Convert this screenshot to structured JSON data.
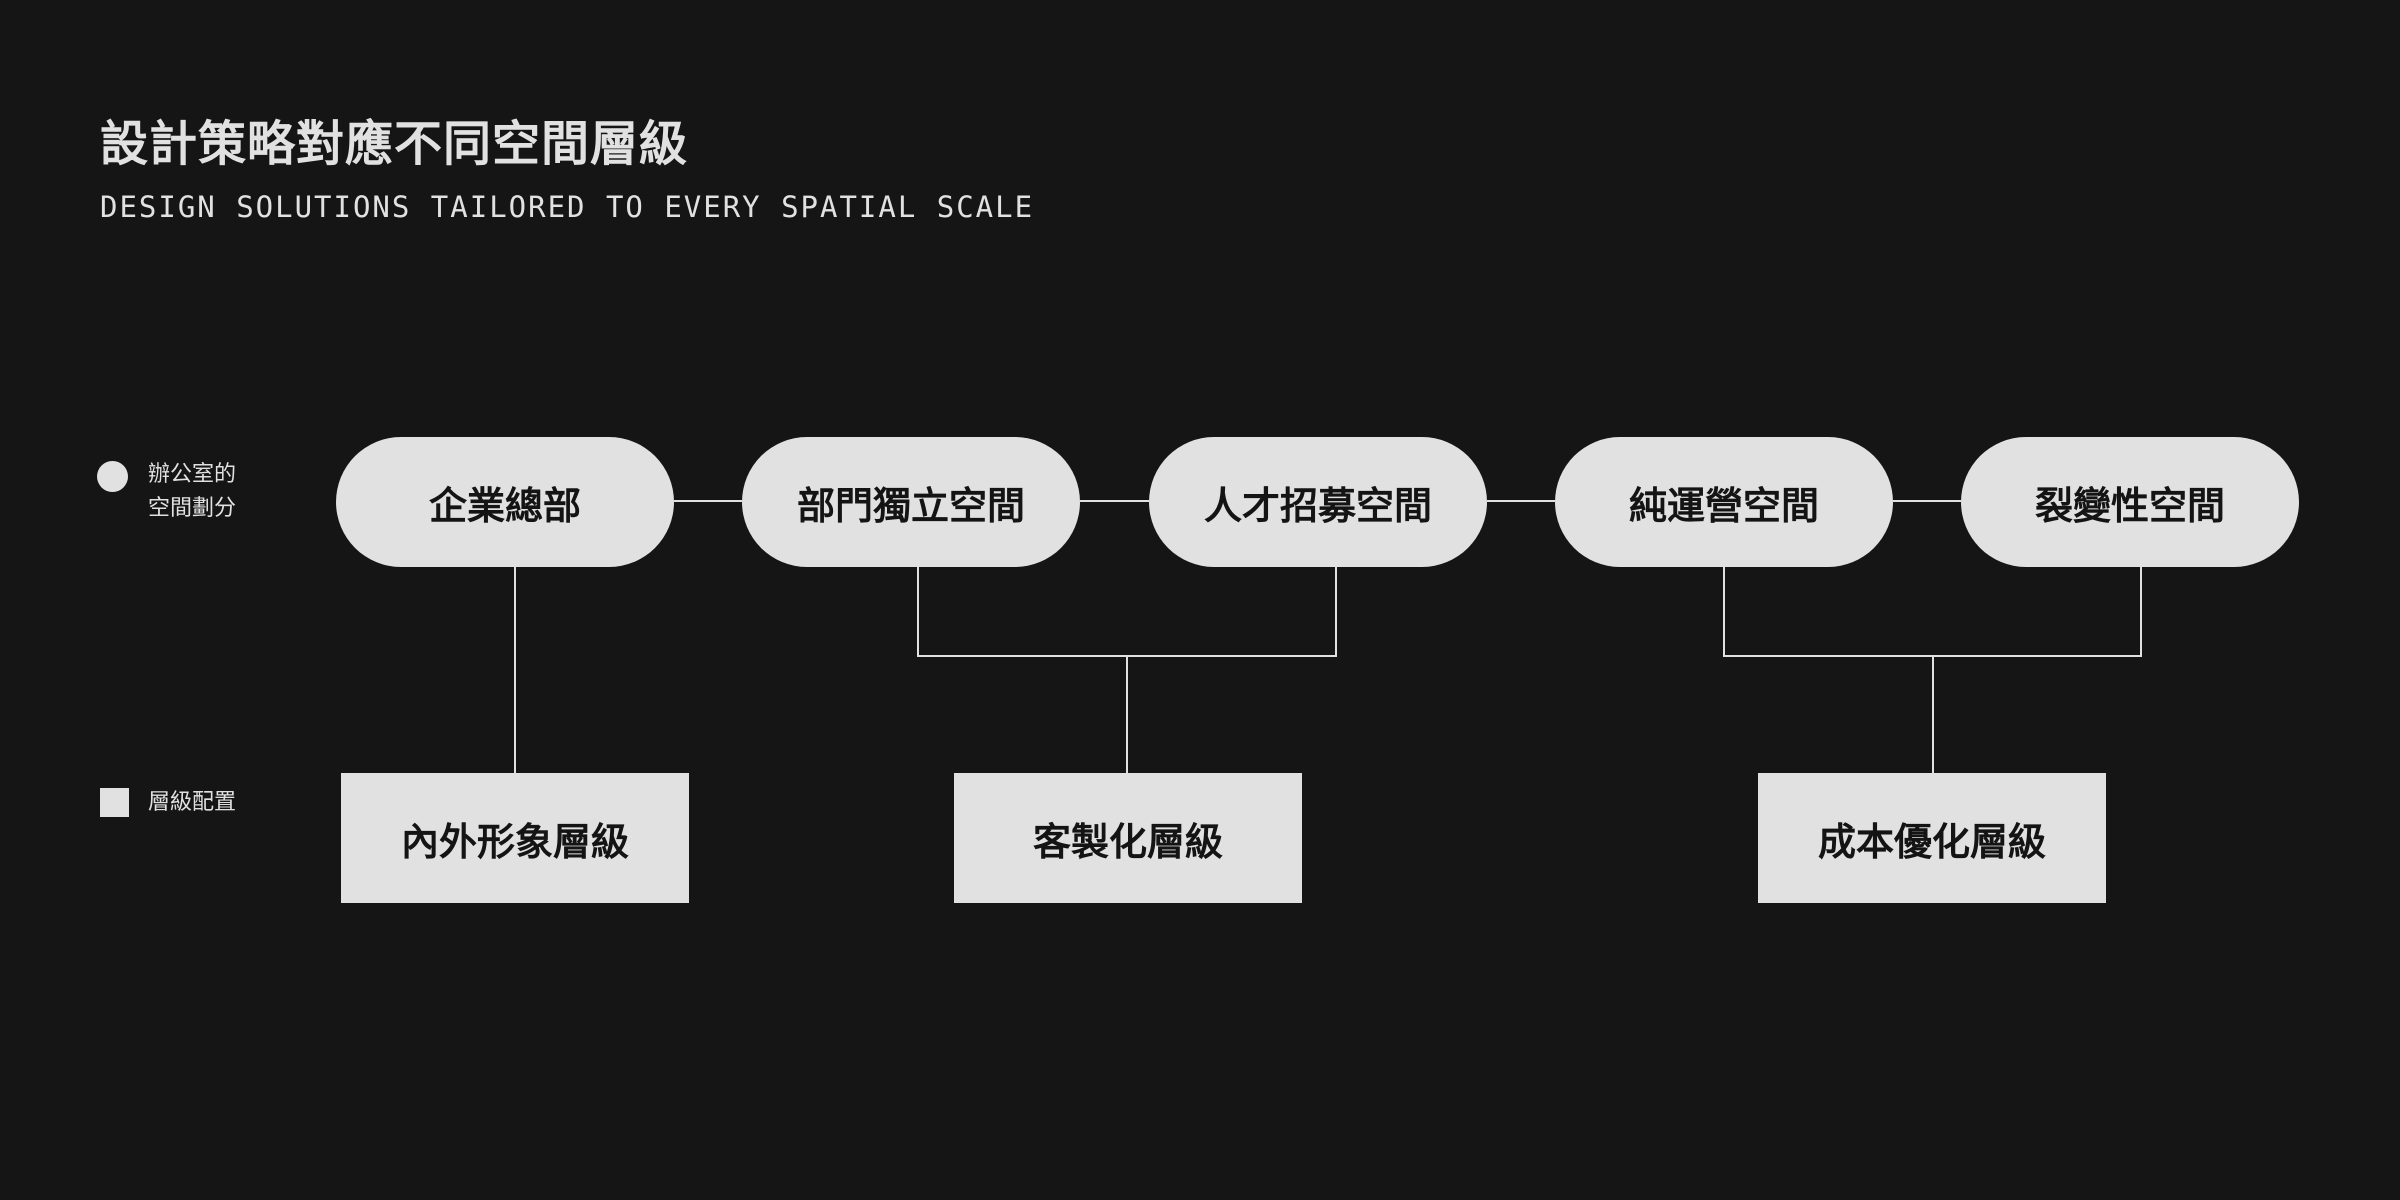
{
  "header": {
    "title": "設計策略對應不同空間層級",
    "subtitle": "DESIGN SOLUTIONS TAILORED TO EVERY SPATIAL SCALE"
  },
  "legend": {
    "circle_label_line1": "辦公室的",
    "circle_label_line2": "空間劃分",
    "square_label": "層級配置"
  },
  "spaces": [
    "企業總部",
    "部門獨立空間",
    "人才招募空間",
    "純運營空間",
    "裂變性空間"
  ],
  "levels": [
    "內外形象層級",
    "客製化層級",
    "成本優化層級"
  ],
  "colors": {
    "background": "#151515",
    "shape_fill": "#e1e1e1",
    "shape_text": "#141414",
    "connector": "#e1e1e1"
  }
}
